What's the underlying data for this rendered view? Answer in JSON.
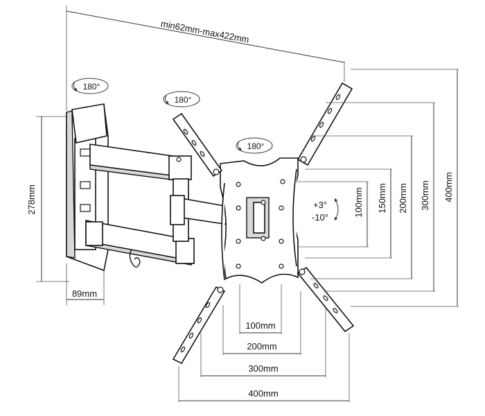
{
  "dimensions": {
    "arm_length": "min62mm-max422mm",
    "wall_height": "278mm",
    "wall_depth": "89mm",
    "vesa_h": [
      "100mm",
      "200mm",
      "300mm",
      "400mm"
    ],
    "vesa_v": [
      "100mm",
      "150mm",
      "200mm",
      "300mm",
      "400mm"
    ]
  },
  "rotation": {
    "swivel_1": "180°",
    "swivel_2": "180°",
    "swivel_3": "180°",
    "tilt_up": "+3°",
    "tilt_down": "-10°"
  }
}
